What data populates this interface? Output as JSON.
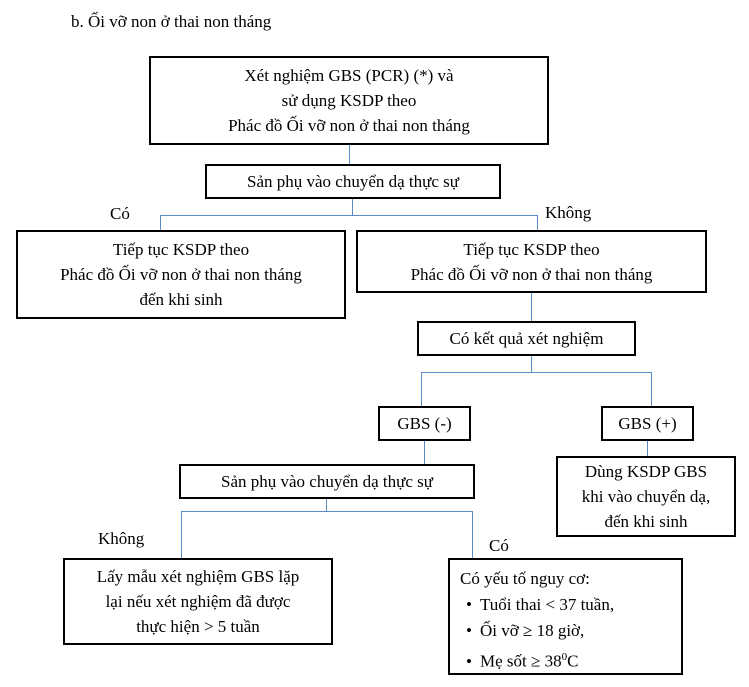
{
  "heading": "b. Ối vỡ non ở thai non tháng",
  "colors": {
    "box_border": "#000000",
    "connector": "#5b8bc4",
    "text": "#000000",
    "background": "#ffffff"
  },
  "nodes": {
    "root_test": {
      "lines": [
        "Xét nghiệm GBS (PCR) (*) và",
        "sử dụng KSDP theo",
        "Phác đồ Ối vỡ non ở thai non tháng"
      ]
    },
    "labor_check_1": {
      "lines": [
        "Sản phụ vào chuyển dạ thực sự"
      ]
    },
    "continue_until_birth": {
      "lines": [
        "Tiếp tục KSDP theo",
        "Phác đồ Ối vỡ non ở thai non tháng",
        "đến khi sinh"
      ]
    },
    "continue_protocol": {
      "lines": [
        "Tiếp tục KSDP theo",
        "Phác đồ Ối vỡ non ở thai non tháng"
      ]
    },
    "has_result": {
      "lines": [
        "Có kết quả xét nghiệm"
      ]
    },
    "gbs_negative": {
      "lines": [
        "GBS (-)"
      ]
    },
    "gbs_positive": {
      "lines": [
        "GBS (+)"
      ]
    },
    "use_ksdp_gbs": {
      "lines": [
        "Dùng KSDP GBS",
        "khi vào chuyển dạ,",
        "đến khi sinh"
      ]
    },
    "labor_check_2": {
      "lines": [
        "Sản phụ vào chuyển dạ thực sự"
      ]
    },
    "resample": {
      "lines": [
        "Lấy mẫu xét nghiệm GBS lặp",
        "lại nếu xét nghiệm đã được",
        "thực hiện > 5 tuần"
      ]
    },
    "risk_factors": {
      "lead": "Có yếu tố nguy cơ:",
      "items": [
        "Tuổi thai < 37 tuần,",
        "Ối vỡ ≥ 18 giờ,",
        "Mẹ sốt ≥ 38",
        "C"
      ],
      "item_superscript": "0"
    }
  },
  "branch_labels": {
    "yes_top": "Có",
    "no_top": "Không",
    "no_bottom": "Không",
    "yes_bottom": "Có"
  }
}
